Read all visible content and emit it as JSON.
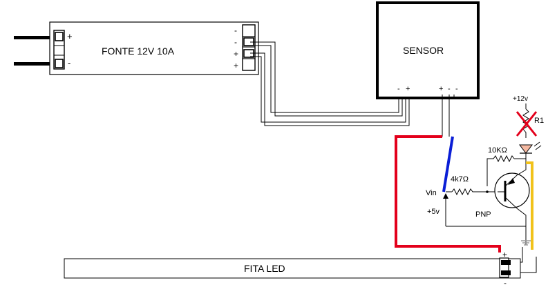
{
  "power_supply": {
    "label": "FONTE 12V 10A",
    "input_plus": "+",
    "input_minus": "-",
    "out_1": "-",
    "out_2": "-",
    "out_3": "+",
    "out_4": "+"
  },
  "sensor": {
    "label": "SENSOR",
    "pin_left_minus": "-",
    "pin_left_plus": "+",
    "pin_right_plus": "+",
    "pin_right_minus_1": "-",
    "pin_right_minus_2": "-"
  },
  "circuit": {
    "supply_label": "+12v",
    "r1_label": "R1",
    "r_10k_label": "10KΩ",
    "r_4k7_label": "4k7Ω",
    "vin_label": "Vin",
    "plus5_label": "+5v",
    "transistor_label": "PNP"
  },
  "led_strip": {
    "label": "FITA LED",
    "plus_label": "+",
    "minus_label": "-"
  },
  "colors": {
    "red_wire": "#e3001b",
    "blue_wire": "#0a1ed6",
    "yellow_wire": "#f1c21a",
    "cross_red": "#e3001b",
    "led_fill": "#f4b9a2",
    "ground_grey": "#9a9a9a"
  }
}
